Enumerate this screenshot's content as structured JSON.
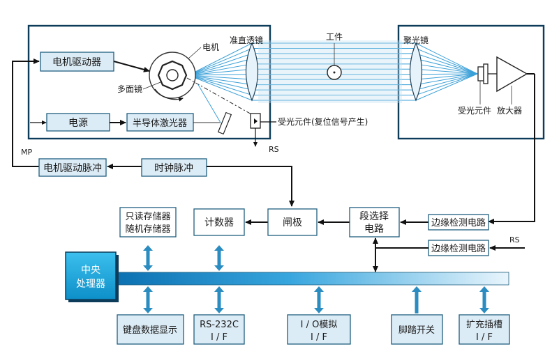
{
  "colors": {
    "frame": "#0d3c5a",
    "box_fill": "#dcecf6",
    "box_stroke": "#1f5f7f",
    "laser": "#3aa0d8",
    "bus_start": "#0b6fb0",
    "bus_end": "#e9f5fc",
    "cpu": "#1aa6de",
    "bidir_arrow": "#2a8cc0"
  },
  "labels": {
    "motor_driver": "电机驱动器",
    "motor": "电机",
    "polygon_mirror": "多面镜",
    "collimator_lens": "准直透镜",
    "workpiece": "工件",
    "condenser_lens": "聚光镜",
    "photo_element_right": "受光元件",
    "amplifier": "放大器",
    "power": "电源",
    "laser_diode": "半导体激光器",
    "photo_element_reset": "受光元件(复位信号产生)",
    "rs_top": "RS",
    "mp": "MP",
    "motor_pulse": "电机驱动脉冲",
    "clock_pulse": "时钟脉冲",
    "rom_line1": "只读存储器",
    "rom_line2": "随机存储器",
    "counter": "计数器",
    "gate": "闸极",
    "segment_line1": "段选择",
    "segment_line2": "电路",
    "edge_detect_1": "边缘检测电路",
    "edge_detect_2": "边缘检测电路",
    "rs_right": "RS",
    "cpu_line1": "中央",
    "cpu_line2": "处理器",
    "keyboard": "键盘数据显示",
    "rs232_line1": "RS-232C",
    "rs232_line2": "I / F",
    "io_line1": "I / O模拟",
    "io_line2": "I / F",
    "foot_switch": "脚踏开关",
    "exp_line1": "扩充插槽",
    "exp_line2": "I / F"
  }
}
